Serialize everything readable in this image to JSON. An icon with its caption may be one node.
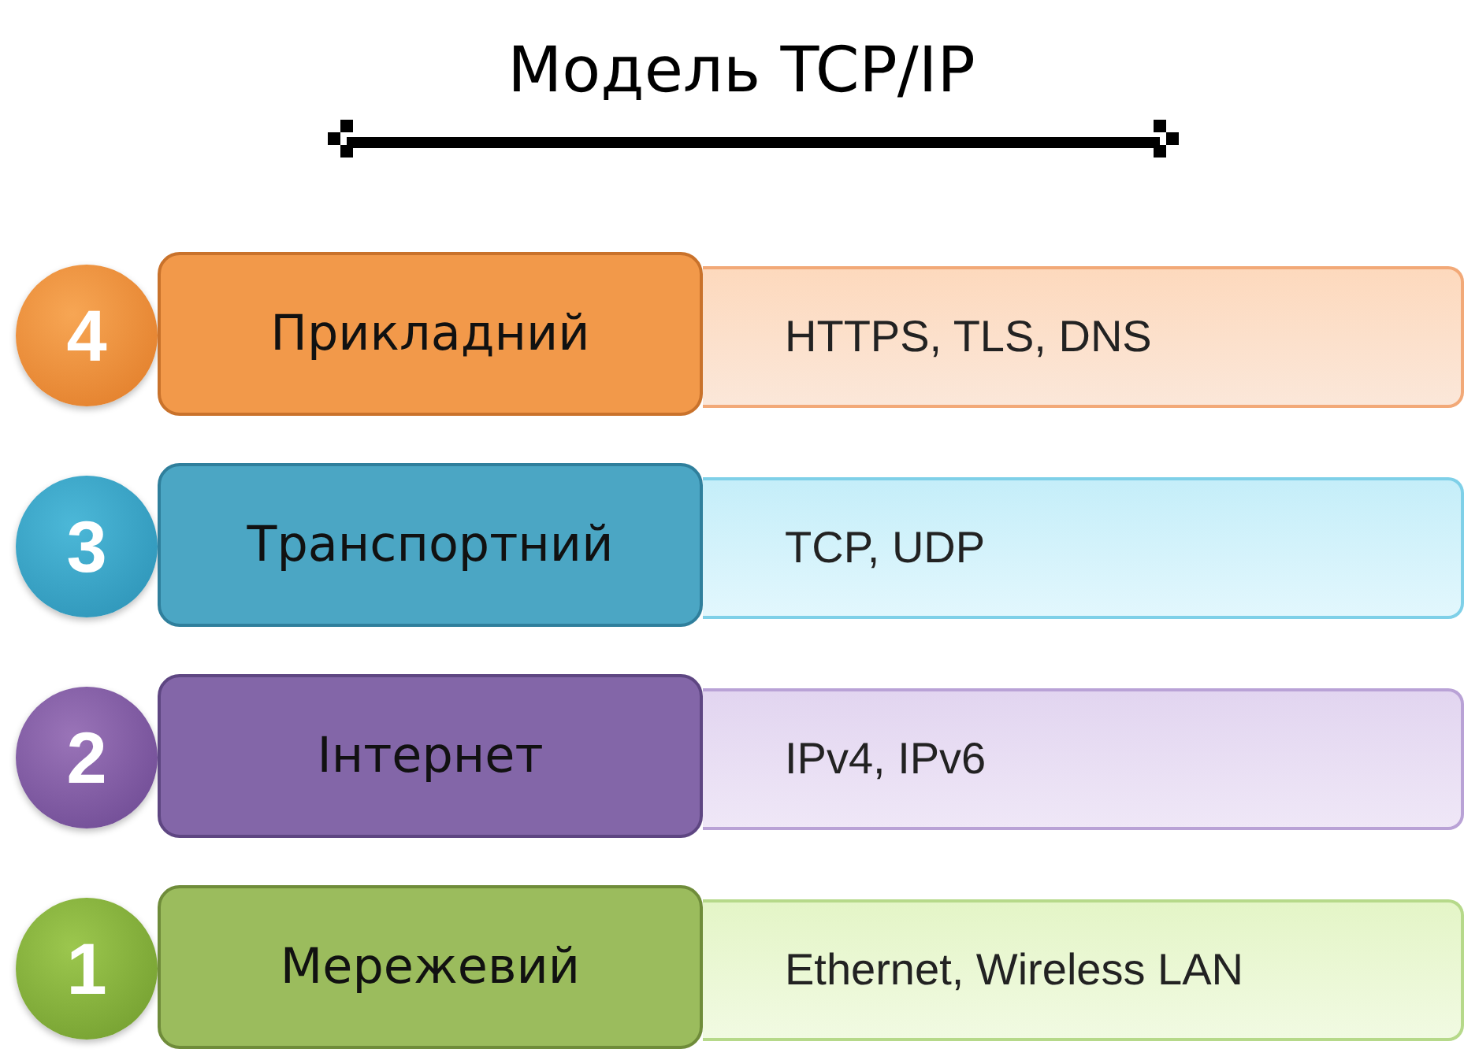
{
  "diagram": {
    "title": "Модель TCP/IP",
    "nodes": [
      {
        "text": [
          "4"
        ]
      },
      {
        "text": [
          "Прикладний"
        ]
      },
      {
        "text": [
          "HTTPS, TLS, DNS"
        ]
      },
      {
        "text": [
          "3"
        ]
      },
      {
        "text": [
          "Транспортний"
        ]
      },
      {
        "text": [
          "TCP, UDP"
        ]
      },
      {
        "text": [
          "2"
        ]
      },
      {
        "text": [
          "Інтернет"
        ]
      },
      {
        "text": [
          "IPv4, IPv6"
        ]
      },
      {
        "text": [
          "1"
        ]
      },
      {
        "text": [
          "Мережевий"
        ]
      },
      {
        "text": [
          "Ethernet, Wireless LAN"
        ]
      }
    ]
  }
}
